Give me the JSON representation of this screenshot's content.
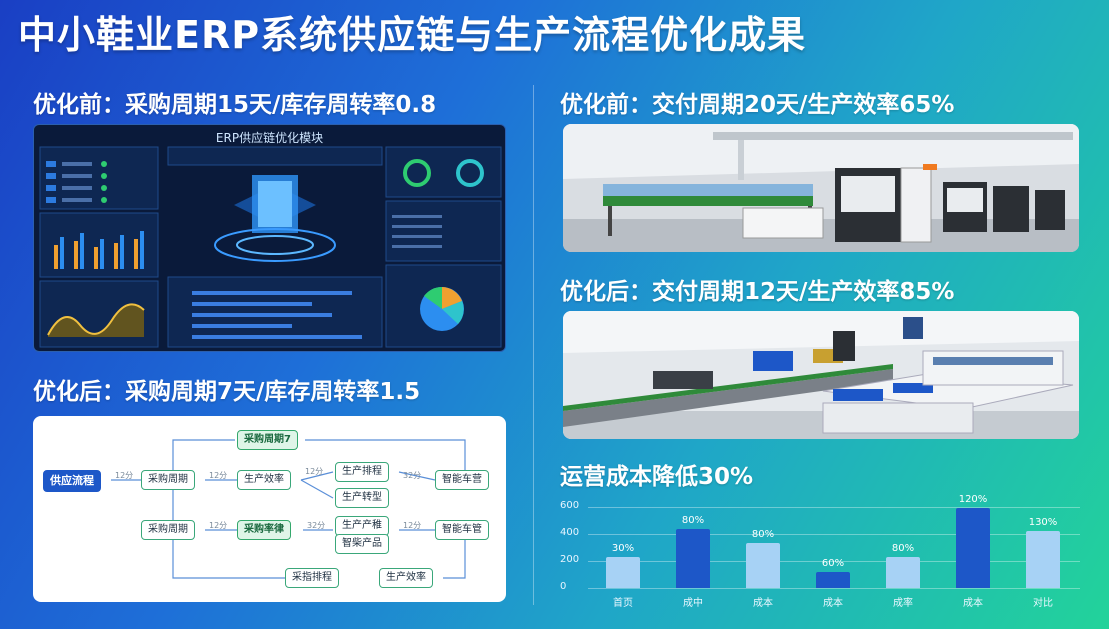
{
  "page": {
    "title": "中小鞋业ERP系统供应链与生产流程优化成果",
    "colors": {
      "bg_start": "#1a3fc4",
      "bg_end": "#22d39a",
      "accent_blue": "#1d57c8",
      "accent_green": "#34a86c"
    }
  },
  "procurement": {
    "before_heading": "优化前：采购周期15天/库存周转率0.8",
    "after_heading": "优化后：采购周期7天/库存周转率1.5",
    "dashboard_title": "ERP供应链优化模块"
  },
  "delivery": {
    "before_heading": "优化前：交付周期20天/生产效率65%",
    "after_heading": "优化后：交付周期12天/生产效率85%"
  },
  "flow": {
    "nodes": {
      "top": "采购周期7",
      "start": "供应流程",
      "cycle1": "采购周期",
      "eff1": "生产效率",
      "prod1": "生产排程",
      "prod2": "生产转型",
      "smart1": "智能车营",
      "cycle2": "采购周期",
      "purchase": "采购率律",
      "prod3": "生产产稚",
      "prod4": "智柴产品",
      "smart2": "智能车管",
      "bottom1": "采指排程",
      "bottom2": "生产效率"
    },
    "labels": {
      "l1": "12分",
      "l2": "12分",
      "l3": "12分",
      "l4": "32分",
      "l5": "12分",
      "l6": "32分",
      "l7": "12分"
    }
  },
  "chart_data": {
    "type": "bar",
    "title": "运营成本降低30%",
    "categories": [
      "首页",
      "成中",
      "成本",
      "成本",
      "成率",
      "成本",
      "对比"
    ],
    "values": [
      230,
      440,
      330,
      120,
      230,
      590,
      420
    ],
    "data_labels": [
      "30%",
      "80%",
      "80%",
      "60%",
      "80%",
      "120%",
      "130%"
    ],
    "ylim": [
      0,
      600
    ],
    "yticks": [
      "0",
      "200",
      "400",
      "600"
    ],
    "bar_colors": [
      "#a7d2f5",
      "#1d57c8",
      "#a7d2f5",
      "#1d57c8",
      "#a7d2f5",
      "#1d57c8",
      "#a7d2f5"
    ]
  }
}
